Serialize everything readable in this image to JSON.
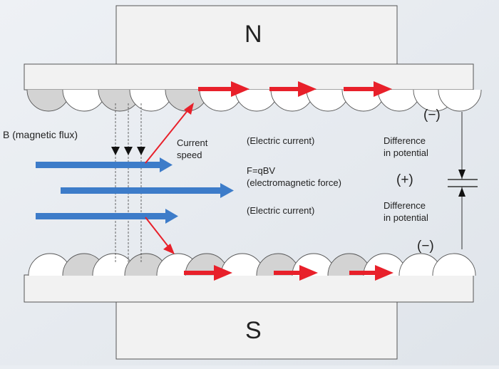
{
  "magnets": {
    "north": "N",
    "south": "S"
  },
  "labels": {
    "magnetic_flux": "B (magnetic flux)",
    "current_speed_1": "Current",
    "current_speed_2": "speed",
    "electric_current_top": "(Electric current)",
    "formula": "F=qBV",
    "force": "(electromagnetic force)",
    "electric_current_bottom": "(Electric current)",
    "diff_top_1": "Difference",
    "diff_top_2": "in potential",
    "diff_bottom_1": "Difference",
    "diff_bottom_2": "in potential",
    "minus_top": "(−)",
    "plus": "(+)",
    "minus_bottom": "(−)"
  },
  "colors": {
    "background": "#e9edf2",
    "flow_arrow": "#3d7cc9",
    "current_arrow": "#e8202a",
    "gray_particle": "#d3d3d3",
    "white_particle": "#ffffff"
  }
}
